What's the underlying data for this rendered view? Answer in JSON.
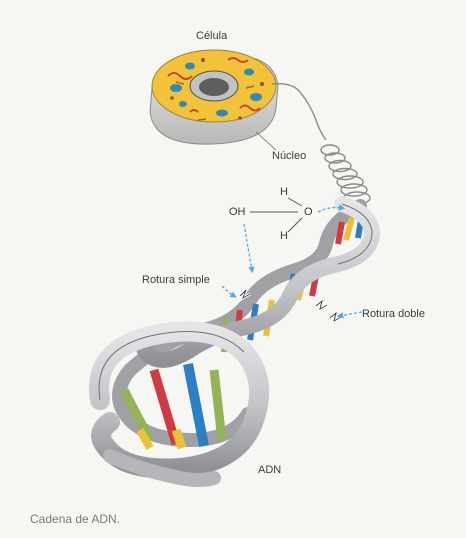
{
  "labels": {
    "cell": "Célula",
    "nucleus": "Núcleo",
    "hydroxyl": "OH",
    "hydrogen_top": "H",
    "oxygen": "O",
    "hydrogen_bottom": "H",
    "single_break": "Rotura simple",
    "double_break": "Rotura doble",
    "dna": "ADN"
  },
  "caption": "Cadena de ADN.",
  "colors": {
    "cell_body": "#f3c23b",
    "cell_rim": "#d8d8d6",
    "nucleus": "#6b6b6b",
    "organelle_blue": "#2f8ab8",
    "organelle_red": "#c9463a",
    "ribbon": "#c9cacd",
    "ribbon_dark": "#8e9095",
    "base_red": "#cf3a43",
    "base_blue": "#2d7fc4",
    "base_yellow": "#e9c13b",
    "base_green": "#93b35b",
    "arrow": "#5aa9de"
  }
}
